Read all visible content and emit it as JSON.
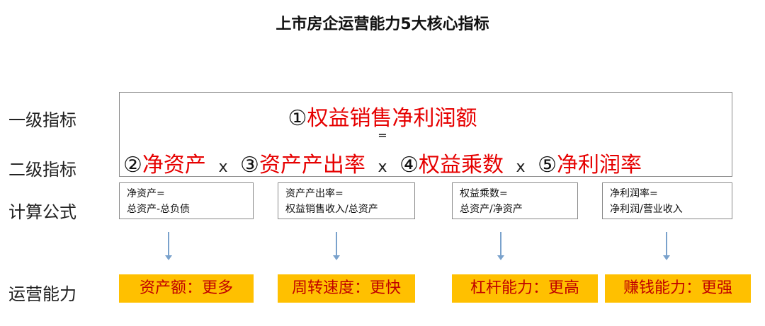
{
  "title": "上市房企运营能力5大核心指标",
  "row_labels": {
    "level1": "一级指标",
    "level2": "二级指标",
    "formula": "计算公式",
    "ability": "运营能力"
  },
  "level1": {
    "num": "①",
    "text": "权益销售净利润额"
  },
  "equals": "=",
  "times": "x",
  "level2": [
    {
      "num": "②",
      "text": "净资产"
    },
    {
      "num": "③",
      "text": "资产产出率"
    },
    {
      "num": "④",
      "text": "权益乘数"
    },
    {
      "num": "⑤",
      "text": "净利润率"
    }
  ],
  "formulas": [
    {
      "line1": "净资产=",
      "line2": "总资产-总负债"
    },
    {
      "line1": "资产产出率=",
      "line2": "权益销售收入/总资产"
    },
    {
      "line1": "权益乘数=",
      "line2": "总资产/净资产"
    },
    {
      "line1": "净利润率=",
      "line2": "净利润/营业收入"
    }
  ],
  "abilities": [
    "资产额：更多",
    "周转速度：更快",
    "杠杆能力：更高",
    "赚钱能力：更强"
  ],
  "colors": {
    "highlight_text": "#e60000",
    "ability_bg": "#ffc000",
    "ability_text": "#c00000",
    "arrow": "#7aa2cc"
  }
}
